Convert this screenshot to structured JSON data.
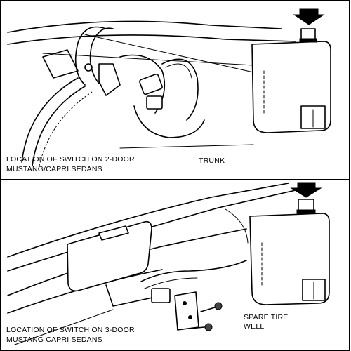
{
  "top_panel": {
    "caption_line1": "LOCATION OF SWITCH ON 2-DOOR",
    "caption_line2": "MUSTANG/CAPRI SEDANS",
    "trunk_label": "TRUNK"
  },
  "bottom_panel": {
    "caption_line1": "LOCATION OF SWITCH ON 3-DOOR",
    "caption_line2": "MUSTANG CAPRI SEDANS",
    "spare_label_line1": "SPARE TIRE",
    "spare_label_line2": "WELL"
  }
}
